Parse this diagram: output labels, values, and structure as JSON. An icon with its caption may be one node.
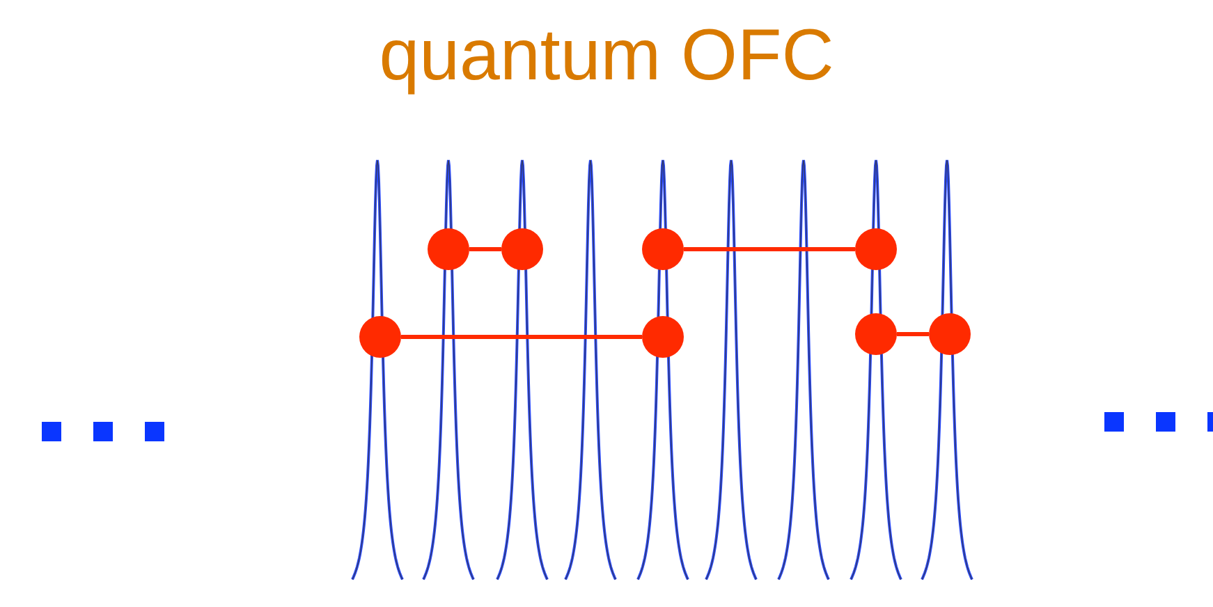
{
  "diagram": {
    "title": "quantum OFC",
    "nodes": [
      {
        "text": [],
        "shape": "circle"
      },
      {
        "text": [],
        "shape": "circle"
      },
      {
        "text": [],
        "shape": "circle"
      },
      {
        "text": [],
        "shape": "circle"
      },
      {
        "text": [],
        "shape": "circle"
      },
      {
        "text": [],
        "shape": "circle"
      },
      {
        "text": [],
        "shape": "circle"
      },
      {
        "text": [],
        "shape": "circle"
      }
    ],
    "edges": [
      {
        "from": 0,
        "to": 1,
        "arrow": "none"
      },
      {
        "from": 2,
        "to": 3,
        "arrow": "none"
      },
      {
        "from": 4,
        "to": 5,
        "arrow": "none"
      },
      {
        "from": 6,
        "to": 7,
        "arrow": "none"
      }
    ]
  }
}
